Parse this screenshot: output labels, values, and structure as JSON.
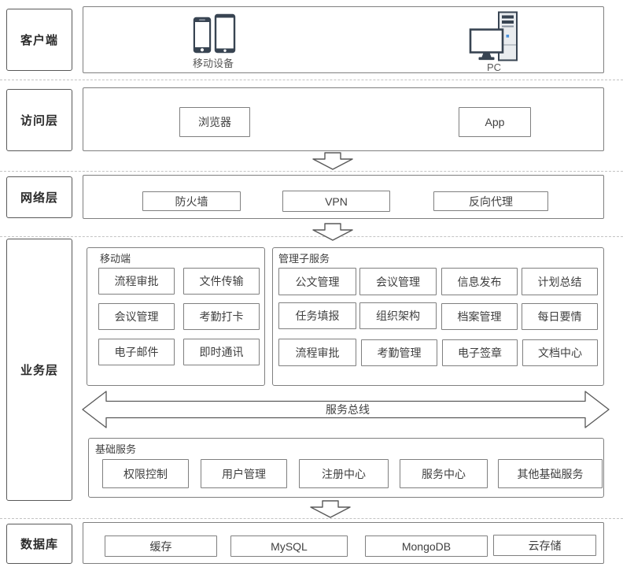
{
  "colors": {
    "border_dark": "#595959",
    "border_gray": "#7f7f7f",
    "dashed_line": "#c3c3c3",
    "text_primary": "#3f3f3f",
    "caption_gray": "#595959",
    "icon_dark": "#384452",
    "icon_blue": "#4a90d9"
  },
  "layers": {
    "client": {
      "label": "客户端",
      "mobile_caption": "移动设备",
      "pc_caption": "PC"
    },
    "access": {
      "label": "访问层",
      "items": [
        "浏览器",
        "App"
      ]
    },
    "network": {
      "label": "网络层",
      "items": [
        "防火墙",
        "VPN",
        "反向代理"
      ]
    },
    "business": {
      "label": "业务层",
      "mobile_group": {
        "title": "移动端",
        "items": [
          "流程审批",
          "文件传输",
          "会议管理",
          "考勤打卡",
          "电子邮件",
          "即时通讯"
        ]
      },
      "mgmt_group": {
        "title": "管理子服务",
        "items": [
          "公文管理",
          "会议管理",
          "信息发布",
          "计划总结",
          "任务填报",
          "组织架构",
          "档案管理",
          "每日要情",
          "流程审批",
          "考勤管理",
          "电子签章",
          "文档中心"
        ]
      },
      "service_bus_label": "服务总线",
      "base_group": {
        "title": "基础服务",
        "items": [
          "权限控制",
          "用户管理",
          "注册中心",
          "服务中心",
          "其他基础服务"
        ]
      }
    },
    "database": {
      "label": "数据库",
      "items": [
        "缓存",
        "MySQL",
        "MongoDB",
        "云存储"
      ]
    }
  }
}
